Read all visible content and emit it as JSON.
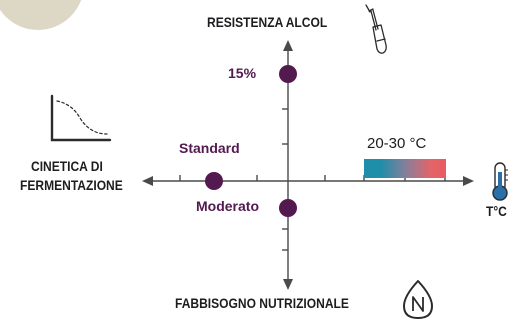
{
  "axes": {
    "top": "RESISTENZA ALCOL",
    "bottom": "FABBISOGNO NUTRIZIONALE",
    "left": [
      "CINETICA DI",
      "FERMENTAZIONE"
    ],
    "right": "T°C"
  },
  "points": {
    "alcohol": "15%",
    "kinetics": "Standard",
    "nutrition": "Moderato"
  },
  "temperature_range": "20-30 °C",
  "colors": {
    "axis": "#4a4a4a",
    "point": "#531a4f",
    "range_start": "#1e8ea9",
    "range_end": "#e85b60",
    "thermometer": "#2a6fa8"
  },
  "icons": [
    "pipette-icon",
    "fermentation-curve-icon",
    "thermometer-icon",
    "nitrogen-drop-icon"
  ]
}
